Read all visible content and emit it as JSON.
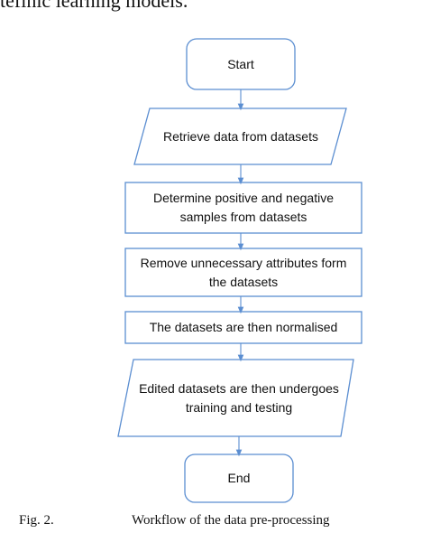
{
  "top_text": "tefinic learning models.",
  "nodes": {
    "start": "Start",
    "retrieve": "Retrieve data from datasets",
    "determine": "Determine positive and negative samples from datasets",
    "remove": "Remove unnecessary attributes form the datasets",
    "normalise": "The datasets are then normalised",
    "edited": "Edited datasets are then undergoes training and testing",
    "end": "End"
  },
  "caption": {
    "number": "Fig. 2.",
    "text": "Workflow of the data pre-processing"
  },
  "colors": {
    "shape_border": "#5b8ed1",
    "arrow": "#5b8ed1",
    "text": "#111111"
  }
}
